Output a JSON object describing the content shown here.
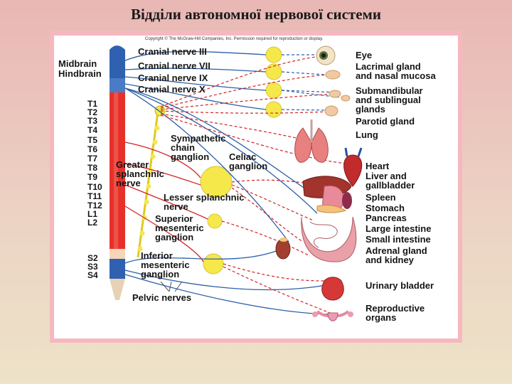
{
  "slide": {
    "title": "Відділи автономної нервової системи"
  },
  "figure": {
    "copyright": "Copyright © The McGraw-Hill Companies, Inc. Permission required for reproduction or display.",
    "brain_labels": [
      "Midbrain",
      "Hindbrain"
    ],
    "cranial_nerves": [
      "Cranial nerve III",
      "Cranial nerve VII",
      "Cranial nerve IX",
      "Cranial nerve X"
    ],
    "spinal_segments_thoracolumbar": [
      "T1",
      "T2",
      "T3",
      "T4",
      "T5",
      "T6",
      "T7",
      "T8",
      "T9",
      "T10",
      "T11",
      "T12",
      "L1",
      "L2"
    ],
    "spinal_segments_sacral": [
      "S2",
      "S3",
      "S4"
    ],
    "ganglia_nerve_labels": {
      "sympathetic_chain": [
        "Sympathetic",
        "chain",
        "ganglion"
      ],
      "greater_splanchnic": [
        "Greater",
        "splanchnic",
        "nerve"
      ],
      "celiac": [
        "Celiac",
        "ganglion"
      ],
      "lesser_splanchnic": [
        "Lesser splanchnic",
        "nerve"
      ],
      "superior_mesenteric": [
        "Superior",
        "mesenteric",
        "ganglion"
      ],
      "inferior_mesenteric": [
        "Inferior",
        "mesenteric",
        "ganglion"
      ],
      "pelvic": "Pelvic nerves"
    },
    "organs": {
      "eye": "Eye",
      "lacrimal": [
        "Lacrimal gland",
        "and nasal mucosa"
      ],
      "submandibular": [
        "Submandibular",
        "and sublingual",
        "glands"
      ],
      "parotid": "Parotid gland",
      "lung": "Lung",
      "heart": "Heart",
      "liver": [
        "Liver and",
        "gallbladder"
      ],
      "spleen": "Spleen",
      "stomach": "Stomach",
      "pancreas": "Pancreas",
      "large_intestine": "Large intestine",
      "small_intestine": "Small intestine",
      "adrenal": [
        "Adrenal gland",
        "and kidney"
      ],
      "bladder": "Urinary bladder",
      "reproductive": [
        "Reproductive",
        "organs"
      ]
    },
    "colors": {
      "parasympathetic": "#2b5fa8",
      "sympathetic": "#d42222",
      "ganglion": "#f5e84a",
      "spinal_cord_red": "#e8302b",
      "spinal_cord_blue": "#2f61b0",
      "frame": "#f6b8bf"
    }
  }
}
